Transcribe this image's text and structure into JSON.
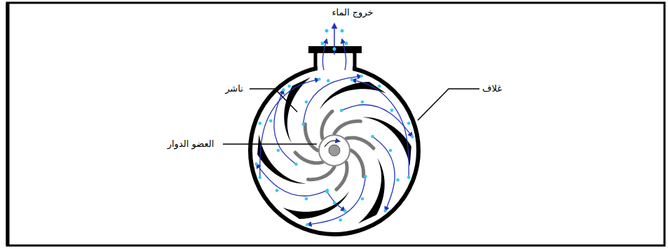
{
  "diagram": {
    "labels": [
      "خروج الماء",
      "ناشر",
      "العضو الدوار",
      "غلاف"
    ]
  }
}
